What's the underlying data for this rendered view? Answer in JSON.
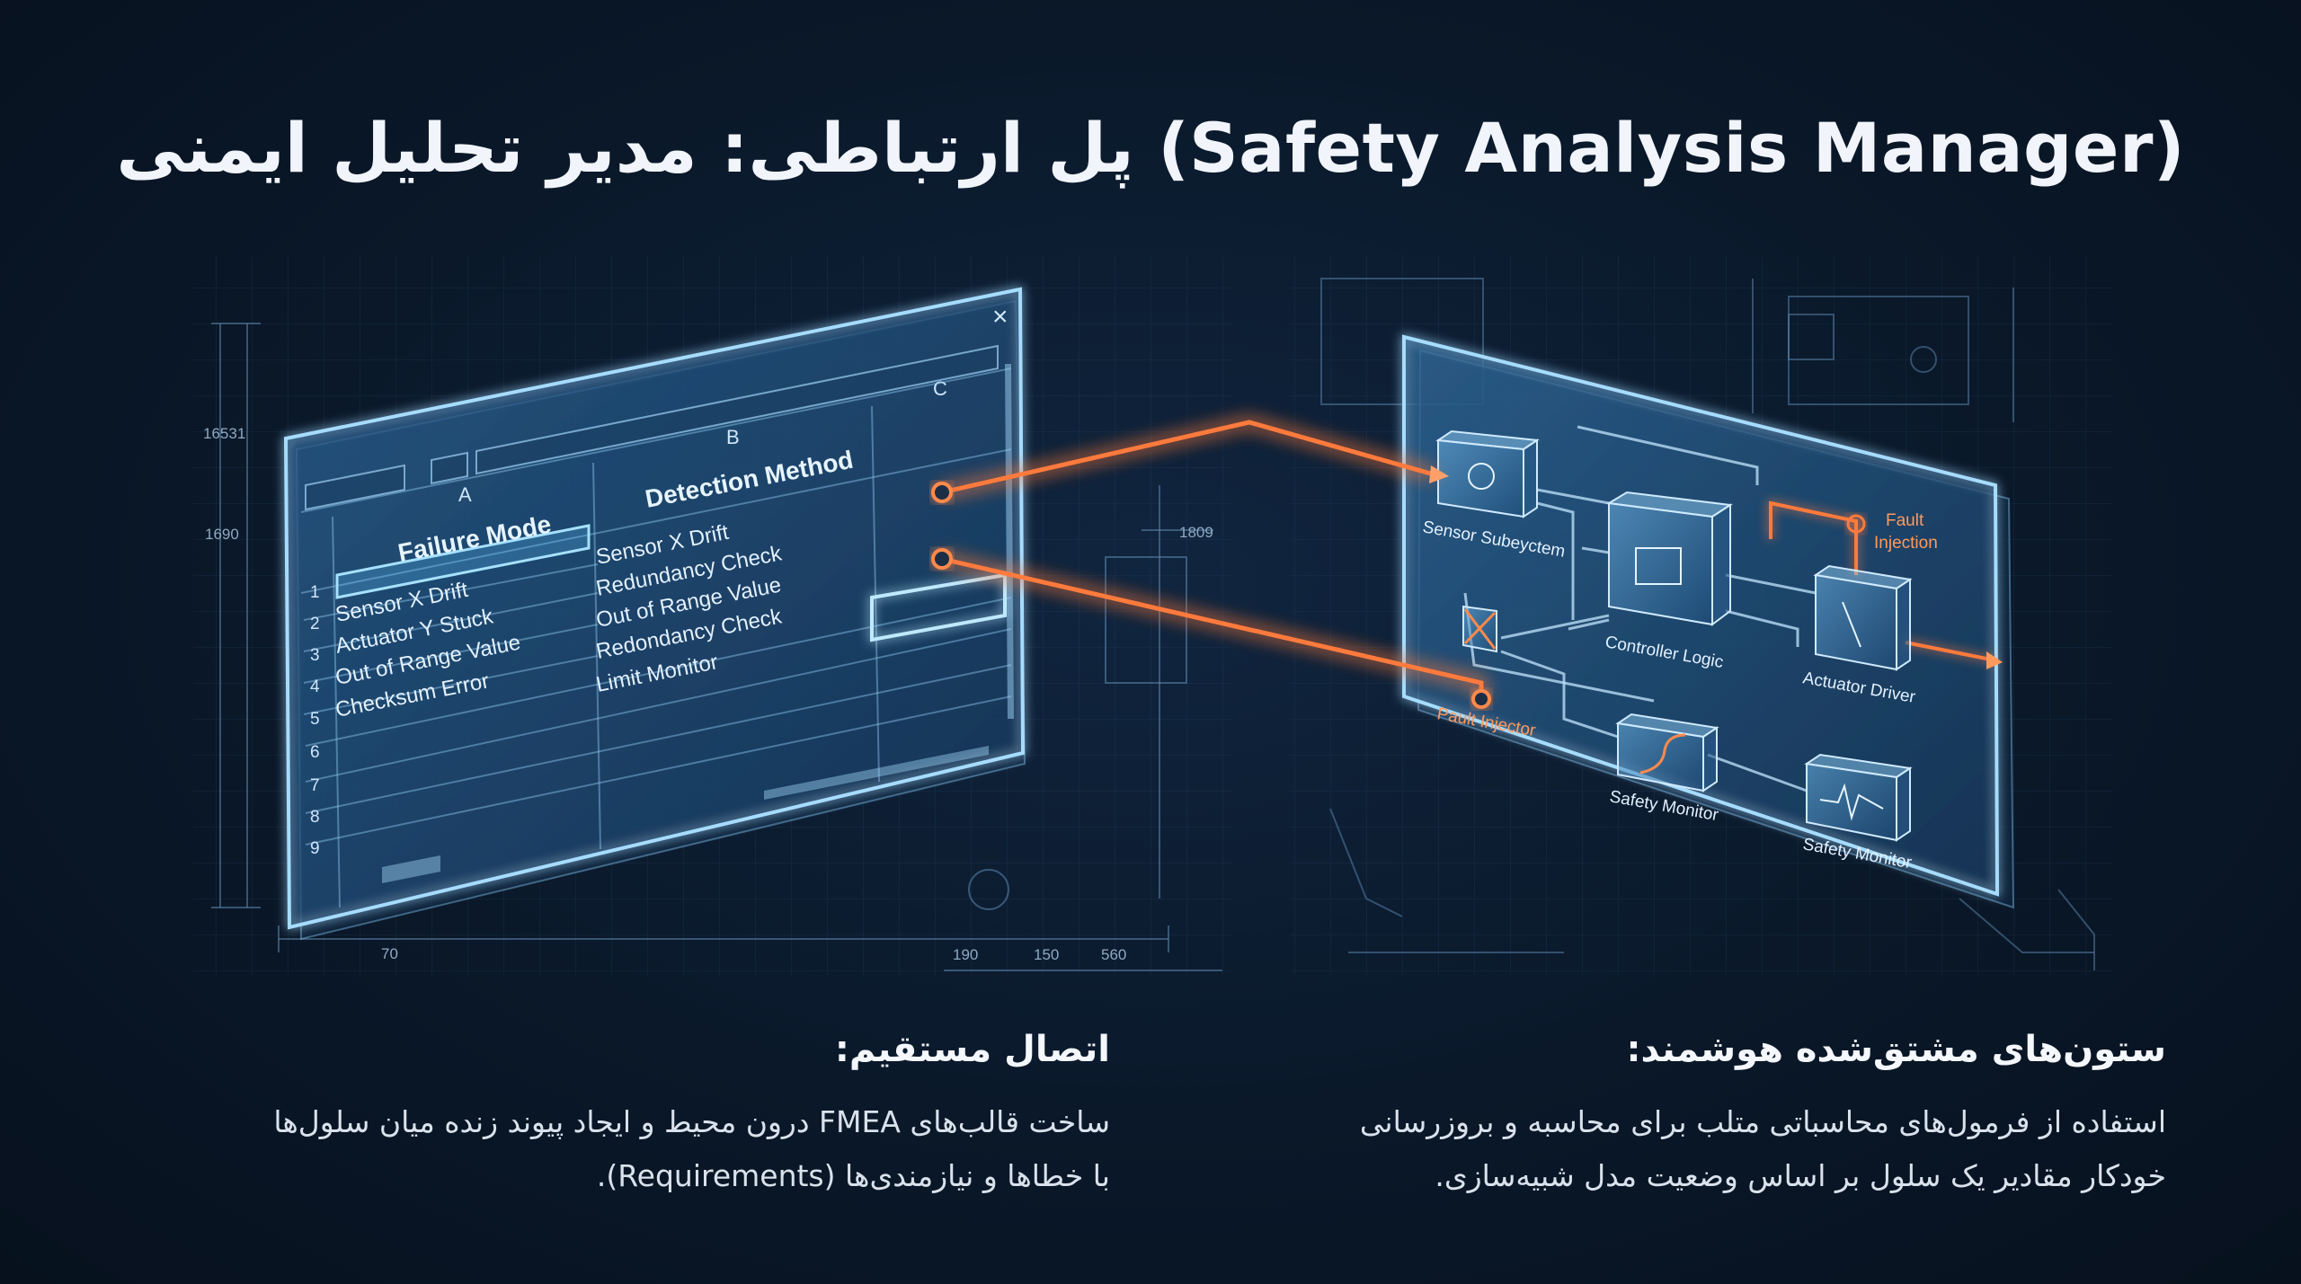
{
  "title": "پل ارتباطی: مدیر تحلیل ایمنی (Safety Analysis Manager)",
  "spreadsheet": {
    "columns": [
      "A",
      "B",
      "C"
    ],
    "header_failure": "Failure Mode",
    "header_detection": "Detection Method",
    "row_numbers": [
      "1",
      "2",
      "3",
      "4",
      "5",
      "6",
      "7",
      "8",
      "9"
    ],
    "failure_modes": [
      "Sensor X Drift",
      "Actuator Y Stuck",
      "Out of Range Value",
      "Checksum Error"
    ],
    "detection_methods": [
      "Sensor X Drift",
      "Redundancy Check",
      "Out of Range Value",
      "Redondancy Check",
      "Limit Monitor"
    ],
    "close_glyph": "×"
  },
  "blueprint_numbers": [
    "16531",
    "1690",
    "1809",
    "70",
    "190",
    "150",
    "560"
  ],
  "model": {
    "blocks": {
      "sensor": "Sensor Subeyctem",
      "controller": "Controller Logic",
      "actuator": "Actuator Driver",
      "safety_monitor_1": "Safety Monitor",
      "safety_monitor_2": "Safety Monitor",
      "fault_injector": "Pault Injector",
      "fault_injection_1": "Fault",
      "fault_injection_2": "Injection"
    }
  },
  "captions": {
    "left_title": "اتصال مستقیم:",
    "left_line1": "ساخت قالب‌های FMEA درون محیط و ایجاد پیوند زنده میان سلول‌ها",
    "left_line2": "با خطاها و نیازمندی‌ها (Requirements).",
    "right_title": "ستون‌های مشتق‌شده هوشمند:",
    "right_line1": "استفاده از فرمول‌های محاسباتی متلب برای محاسبه و بروزرسانی",
    "right_line2": "خودکار مقادیر یک سلول بر اساس وضعیت مدل شبیه‌سازی."
  },
  "colors": {
    "background": "#0a1829",
    "glass_edge": "#8fd3ff",
    "link": "#ff7a3c"
  }
}
